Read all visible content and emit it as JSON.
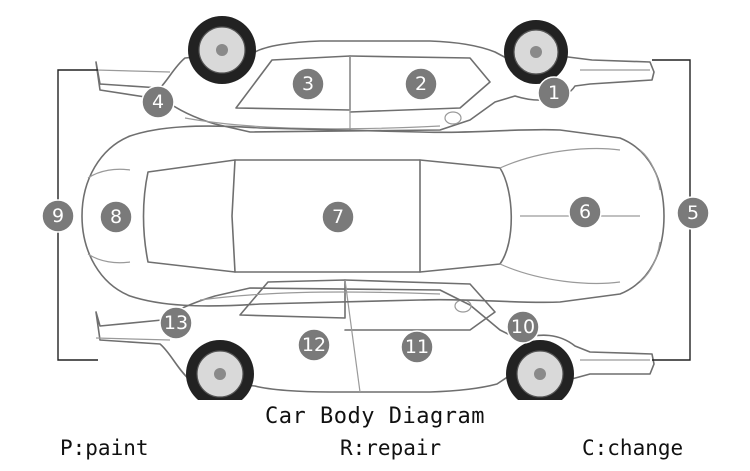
{
  "diagram": {
    "caption": "Car Body Diagram",
    "panel_color": "#7a7a7a",
    "panels": [
      {
        "number": "1"
      },
      {
        "number": "2"
      },
      {
        "number": "3"
      },
      {
        "number": "4"
      },
      {
        "number": "5"
      },
      {
        "number": "6"
      },
      {
        "number": "7"
      },
      {
        "number": "8"
      },
      {
        "number": "9"
      },
      {
        "number": "10"
      },
      {
        "number": "11"
      },
      {
        "number": "12"
      },
      {
        "number": "13"
      }
    ]
  },
  "legend": {
    "paint": "P:paint",
    "repair": "R:repair",
    "change": "C:change"
  }
}
